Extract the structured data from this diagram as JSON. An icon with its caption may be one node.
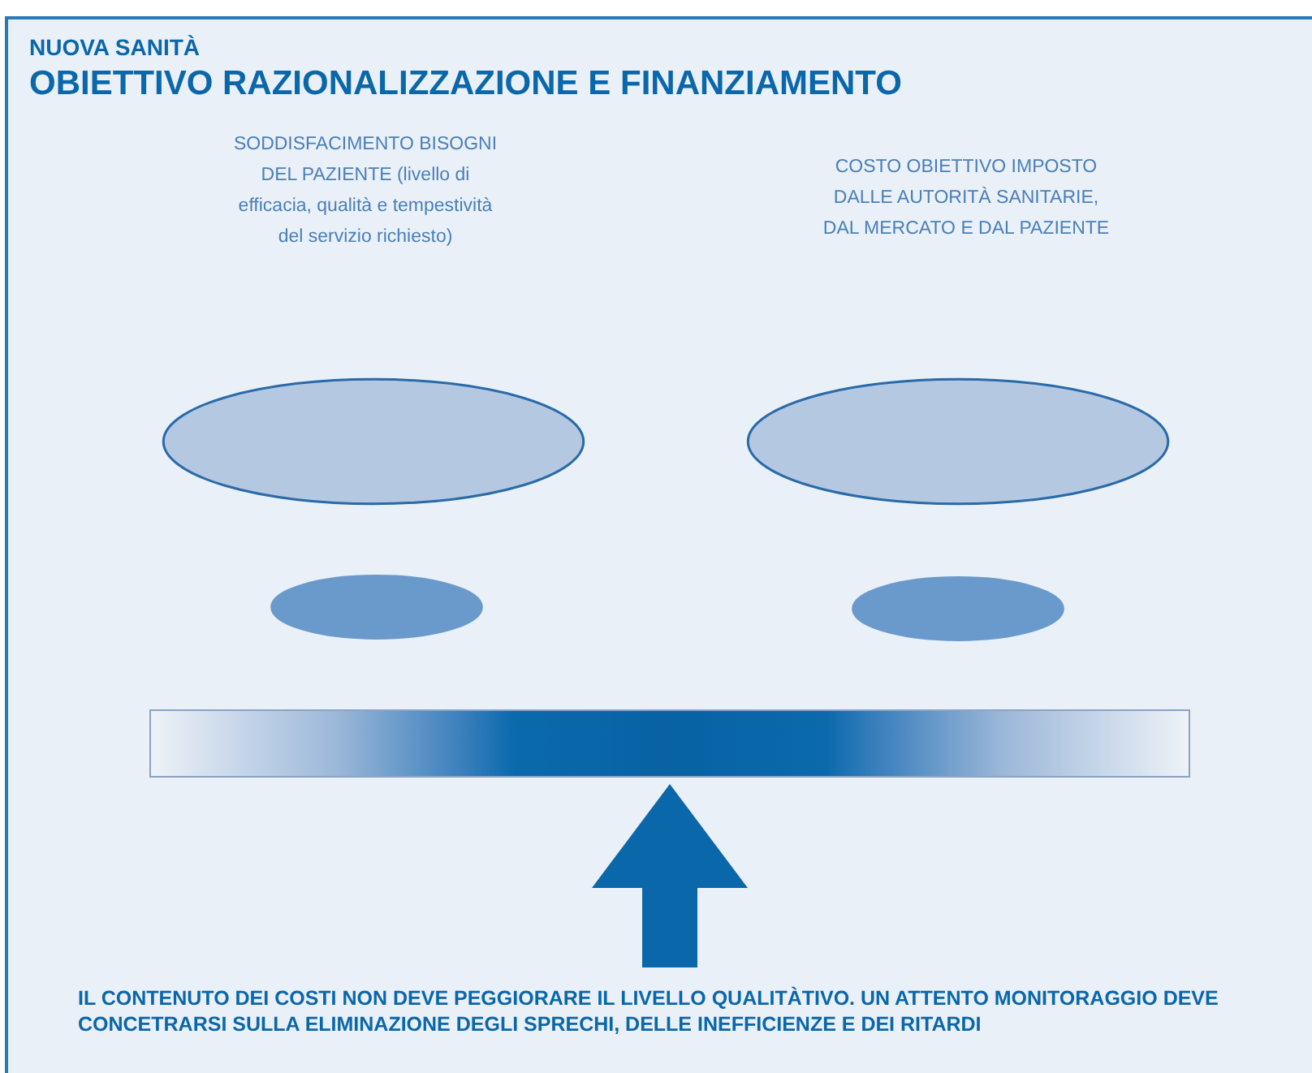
{
  "diagram": {
    "title": "OBIETTIVO RAZIONALIZZAZIONE E FINANZIAMENTO",
    "nodes": [
      {
        "text": [],
        "shape": "ellipse"
      },
      {
        "text": [],
        "shape": "ellipse"
      },
      {
        "text": [],
        "shape": "ellipse"
      },
      {
        "text": [],
        "shape": "ellipse"
      },
      {
        "text": [],
        "shape": "bar"
      }
    ],
    "edges": [
      {
        "from": null,
        "to": 4,
        "arrow": "to",
        "style": "thick"
      }
    ],
    "labels": [
      "NUOVA SANITÀ",
      "SODDISFACIMENTO BISOGNI DEL PAZIENTE (livello di efficacia, qualità e tempestività del servizio richiesto)",
      "COSTO OBIETTIVO IMPOSTO DALLE AUTORITÀ SANITARIE, DAL MERCATO E DAL PAZIENTE",
      "IL CONTENUTO DEI COSTI NON DEVE PEGGIORARE IL LIVELLO QUALITÀTIVO. UN ATTENTO MONITORAGGIO DEVE CONCETRARSI SULLA ELIMINAZIONE DEGLI SPRECHI, DELLE INEFFICIENZE E DEI RITARDI"
    ]
  }
}
